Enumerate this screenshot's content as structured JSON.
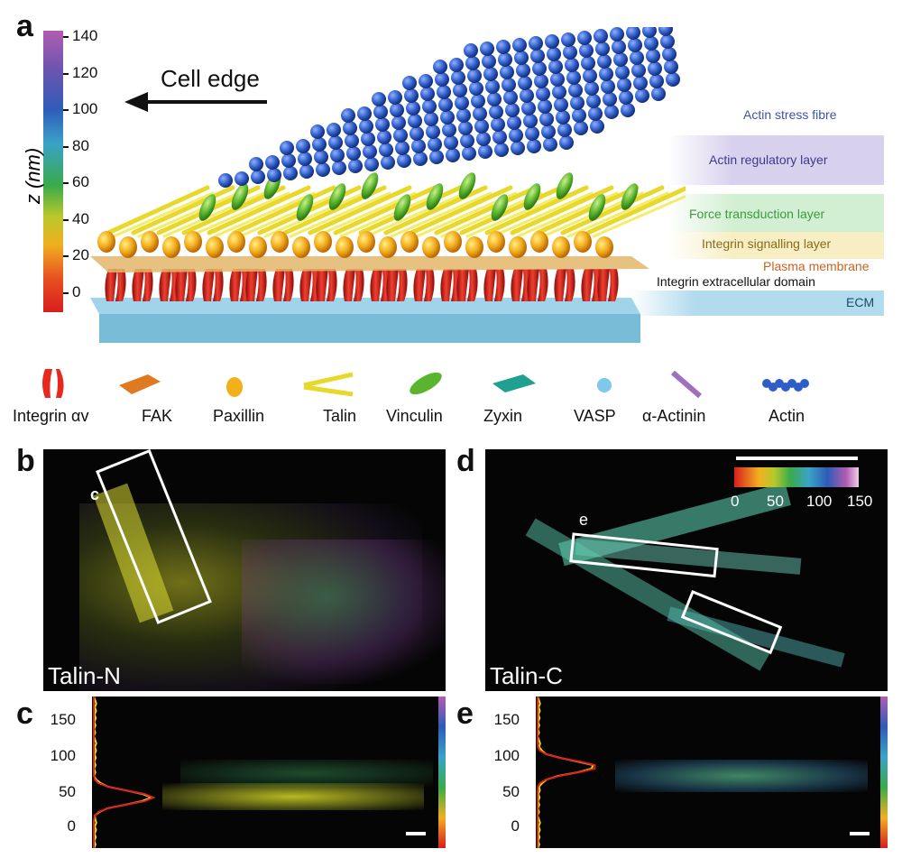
{
  "panels": {
    "a": "a",
    "b": "b",
    "c": "c",
    "d": "d",
    "e": "e"
  },
  "colorbar": {
    "axis_label": "z (nm)",
    "ticks": [
      "140",
      "120",
      "100",
      "80",
      "60",
      "40",
      "20",
      "0"
    ]
  },
  "cell_edge": "Cell edge",
  "layers": [
    {
      "label": "Actin stress fibre",
      "color": "#3b56a8"
    },
    {
      "label": "Actin regulatory layer",
      "color": "#3c3a8c"
    },
    {
      "label": "Force transduction layer",
      "color": "#3c9a3c"
    },
    {
      "label": "Integrin signalling layer",
      "color": "#8a6a1a"
    },
    {
      "label": "Plasma membrane",
      "color": "#c8641e"
    },
    {
      "label": "Integrin extracellular domain",
      "color": "#111111"
    },
    {
      "label": "ECM",
      "color": "#1a4a6a"
    }
  ],
  "legend": [
    {
      "label": "Integrin αv",
      "icon": "integrin-icon"
    },
    {
      "label": "FAK",
      "icon": "fak-icon"
    },
    {
      "label": "Paxillin",
      "icon": "paxillin-icon"
    },
    {
      "label": "Talin",
      "icon": "talin-icon"
    },
    {
      "label": "Vinculin",
      "icon": "vinculin-icon"
    },
    {
      "label": "Zyxin",
      "icon": "zyxin-icon"
    },
    {
      "label": "VASP",
      "icon": "vasp-icon"
    },
    {
      "label": "α-Actinin",
      "icon": "alpha-actinin-icon"
    },
    {
      "label": "Actin",
      "icon": "actin-icon"
    }
  ],
  "panel_b": {
    "label": "Talin-N",
    "box_label": "c"
  },
  "panel_d": {
    "label": "Talin-C",
    "box_label": "e",
    "colorbar_ticks": [
      "0",
      "50",
      "100",
      "150"
    ]
  },
  "panel_c": {
    "ticks": [
      "150",
      "100",
      "50",
      "0"
    ]
  },
  "panel_e": {
    "ticks": [
      "150",
      "100",
      "50",
      "0"
    ]
  }
}
